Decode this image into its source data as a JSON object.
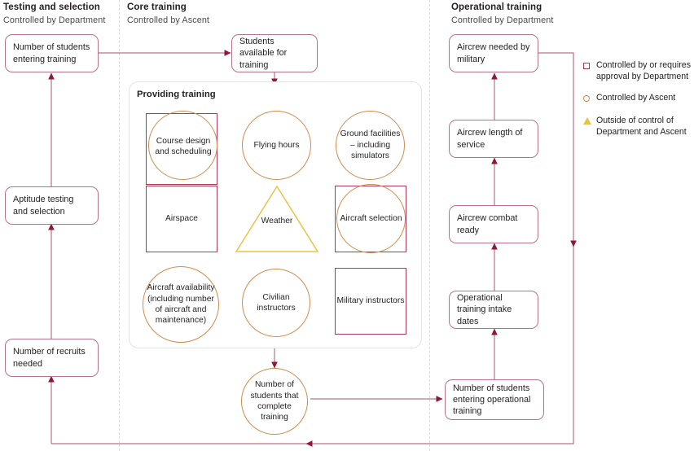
{
  "columns": [
    {
      "title": "Testing and selection",
      "subtitle": "Controlled by Department"
    },
    {
      "title": "Core training",
      "subtitle": "Controlled by Ascent"
    },
    {
      "title": "Operational training",
      "subtitle": "Controlled by Department"
    }
  ],
  "nodes": {
    "students_entering_training": "Number of students entering training",
    "aptitude_testing": "Aptitude testing and selection",
    "recruits_needed": "Number of recruits needed",
    "students_available": "Students available for training",
    "students_complete": "Number of students that complete training",
    "students_entering_operational": "Number of students entering operational training",
    "aircrew_needed": "Aircrew needed by military",
    "aircrew_length": "Aircrew length of service",
    "aircrew_combat": "Aircrew combat ready",
    "operational_intake": "Operational training intake dates"
  },
  "panel": {
    "title": "Providing training",
    "factors": [
      {
        "id": "course-design",
        "label": "Course design and scheduling",
        "shapes": [
          "square",
          "circle"
        ]
      },
      {
        "id": "flying-hours",
        "label": "Flying hours",
        "shapes": [
          "circle"
        ]
      },
      {
        "id": "ground-facilities",
        "label": "Ground facilities – including simulators",
        "shapes": [
          "circle"
        ]
      },
      {
        "id": "airspace",
        "label": "Airspace",
        "shapes": [
          "square"
        ]
      },
      {
        "id": "weather",
        "label": "Weather",
        "shapes": [
          "triangle"
        ]
      },
      {
        "id": "aircraft-selection",
        "label": "Aircraft selection",
        "shapes": [
          "square",
          "circle"
        ]
      },
      {
        "id": "aircraft-availability",
        "label": "Aircraft availability (including number of aircraft and maintenance)",
        "shapes": [
          "circle"
        ]
      },
      {
        "id": "civilian-instructors",
        "label": "Civilian instructors",
        "shapes": [
          "circle"
        ]
      },
      {
        "id": "military-instructors",
        "label": "Military instructors",
        "shapes": [
          "square"
        ]
      }
    ]
  },
  "legend": [
    {
      "marker": "square-marker",
      "text": "Controlled by or requires approval by Department"
    },
    {
      "marker": "circle-marker",
      "text": "Controlled by Ascent"
    },
    {
      "marker": "triangle-marker",
      "text": "Outside of control of Department and Ascent"
    }
  ],
  "colors": {
    "department": "#a83a5b",
    "ascent": "#cf8b4e",
    "outside": "#e8c34a",
    "node_border": "#b5738a",
    "connector": "#b5738a",
    "arrowhead": "#8e1838",
    "divider": "#d9d9d9",
    "panel_border": "#e3e3e3"
  }
}
